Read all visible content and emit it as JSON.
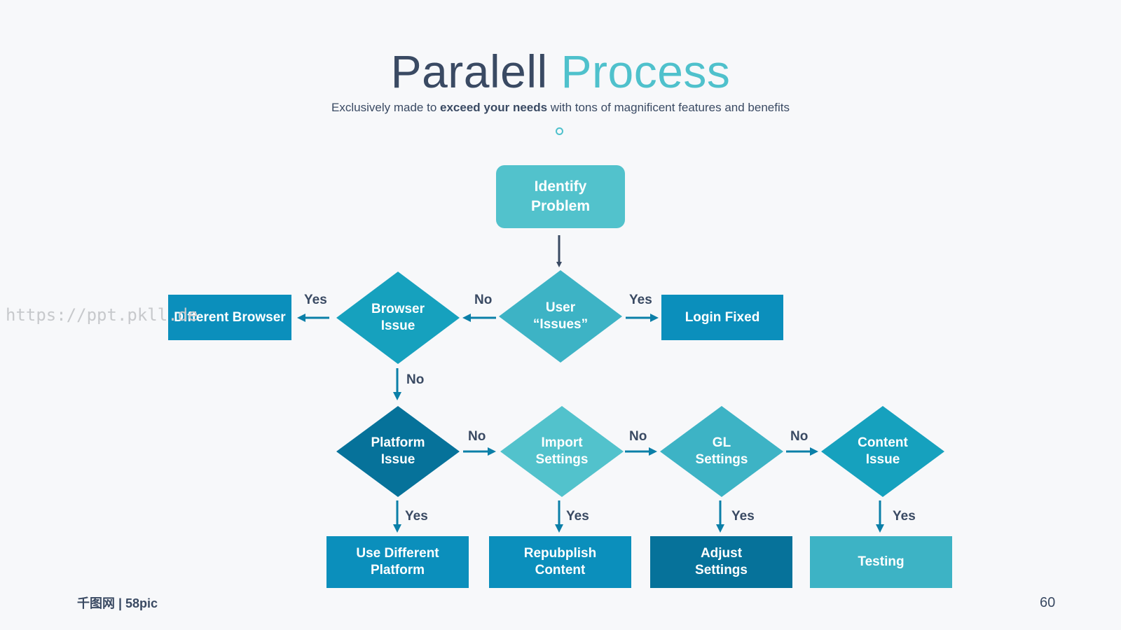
{
  "header": {
    "title_part1": "Paralell",
    "title_part2": "Process",
    "subtitle_pre": "Exclusively made to ",
    "subtitle_bold": "exceed your needs",
    "subtitle_post": " with tons of magnificent features and benefits"
  },
  "colors": {
    "dark_text": "#3a4a63",
    "accent": "#4fc1cc",
    "teal_light": "#52c2cc",
    "teal_mid": "#16a1be",
    "teal_dark": "#06729a",
    "box_blue": "#0b8fbc"
  },
  "nodes": {
    "identify": "Identify Problem",
    "user_issues": "User “Issues”",
    "browser_issue": "Browser Issue",
    "different_browser": "Different Browser",
    "login_fixed": "Login Fixed",
    "platform_issue": "Platform Issue",
    "import_settings": "Import Settings",
    "gl_settings": "GL Settings",
    "content_issue": "Content Issue",
    "use_different_platform": "Use Different Platform",
    "republish_content": "Repubplish Content",
    "adjust_settings": "Adjust Settings",
    "testing": "Testing"
  },
  "edge_labels": {
    "yes": "Yes",
    "no": "No"
  },
  "watermark": "https://ppt.pkll.de",
  "footer": {
    "logo": "千图网 | 58pic",
    "page_number": "60"
  }
}
